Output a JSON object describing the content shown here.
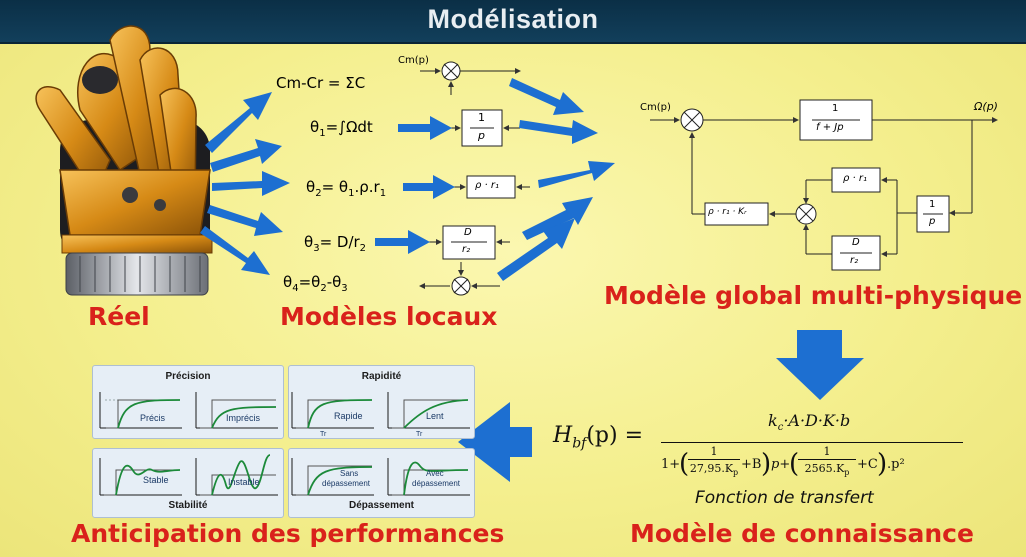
{
  "header": {
    "title": "Modélisation"
  },
  "captions": {
    "reel": "Réel",
    "modeles_locaux": "Modèles locaux",
    "modele_global": "Modèle global multi-physique",
    "anticipation": "Anticipation des performances",
    "modele_connaissance": "Modèle de connaissance"
  },
  "equations": {
    "eq1": "Cm-Cr = ΣC",
    "eq2_prefix": "θ",
    "eq2_sub": "1",
    "eq2_rest": "=∫Ωdt",
    "eq3_a": "θ",
    "eq3_a_sub": "2",
    "eq3_b": "= θ",
    "eq3_b_sub": "1",
    "eq3_c": ".ρ.r",
    "eq3_c_sub": "1",
    "eq4_a": "θ",
    "eq4_a_sub": "3",
    "eq4_b": "= D/r",
    "eq4_b_sub": "2",
    "eq5_a": "θ",
    "eq5_a_sub": "4",
    "eq5_b": "=θ",
    "eq5_b_sub": "2",
    "eq5_c": "-θ",
    "eq5_c_sub": "3"
  },
  "local_blocks": {
    "cm_label": "Cm(p)",
    "b1_num": "1",
    "b1_den": "p",
    "b2": "ρ · r₁",
    "b3_num": "D",
    "b3_den": "r₂"
  },
  "global_model": {
    "input": "Cm(p)",
    "output": "Ω(p)",
    "forward_num": "1",
    "forward_den": "f + Jp",
    "fb_gain": "ρ · r₁ · Kᵣ",
    "fb_upper": "ρ · r₁",
    "fb_lower_num": "D",
    "fb_lower_den": "r₂",
    "fb_int_num": "1",
    "fb_int_den": "p"
  },
  "transfer": {
    "lhs": "H",
    "lhs_sub": "bf",
    "lhs_arg": "(p) =",
    "numerator": "k",
    "numerator_sub": "c",
    "numerator_rest": "·A·D·K·b",
    "den_1": "1+",
    "frac1_num": "1",
    "frac1_den": "27,95.K",
    "frac1_den_sub": "p",
    "den_plus_b": "+B",
    "den_p": "p+",
    "frac2_num": "1",
    "frac2_den": "2565.K",
    "frac2_den_sub": "p",
    "den_plus_c": "+C",
    "den_p2": ".p²",
    "caption": "Fonction de transfert"
  },
  "performance": {
    "precision": {
      "title": "Précision",
      "left": "Précis",
      "right": "Imprécis"
    },
    "rapidite": {
      "title": "Rapidité",
      "left": "Rapide",
      "right": "Lent",
      "tr": "Tr"
    },
    "stabilite": {
      "title": "Stabilité",
      "left": "Stable",
      "right": "Instable"
    },
    "depassement": {
      "title": "Dépassement",
      "left_a": "Sans",
      "left_b": "dépassement",
      "right_a": "Avec",
      "right_b": "dépassement"
    }
  },
  "colors": {
    "arrow_blue": "#1d6fd1",
    "caption_red": "#d9221b",
    "title_bar": "#123f5b",
    "background": "#f4ef8e"
  }
}
